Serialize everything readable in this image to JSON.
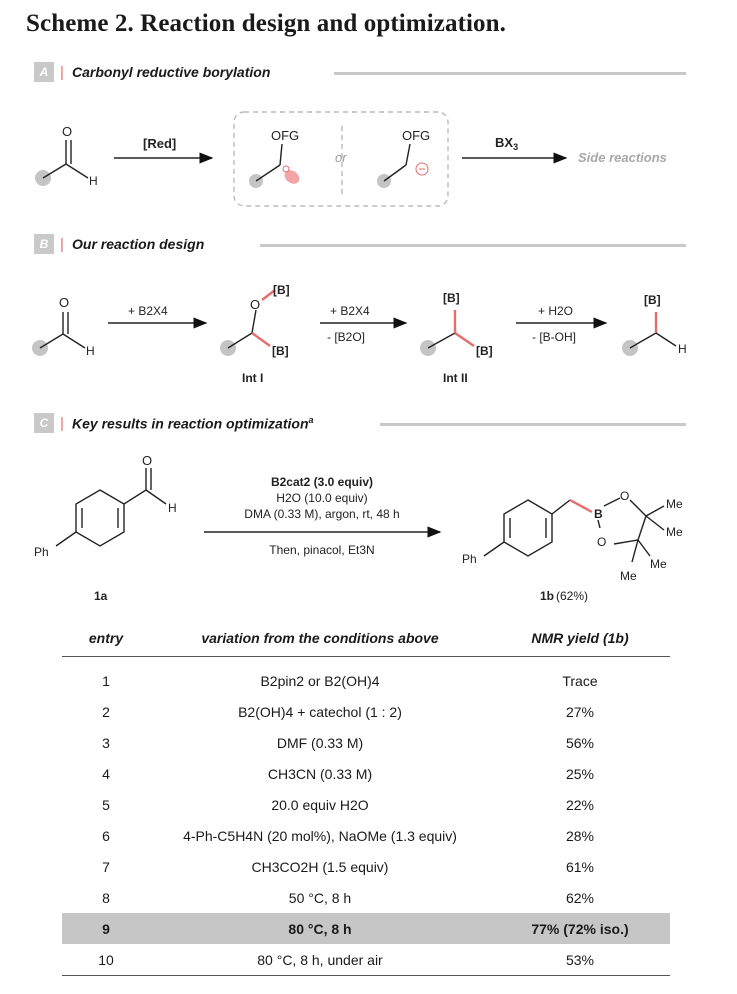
{
  "title": "Scheme 2. Reaction design and optimization.",
  "sections": [
    {
      "letter": "A",
      "label": "Carbonyl reductive borylation"
    },
    {
      "letter": "B",
      "label": "Our reaction design"
    },
    {
      "letter": "C",
      "label": "Key results in reaction optimization",
      "label_sup": "a"
    }
  ],
  "scheme_a": {
    "reagent1": "[Red]",
    "ofg1": "OFG",
    "or": "or",
    "ofg2": "OFG",
    "reagent2": "BX",
    "reagent2_sub": "3",
    "outcome": "Side reactions",
    "o": "O",
    "h": "H"
  },
  "scheme_b": {
    "step1_reagent": "+ B2X4",
    "step2_reagent": "+ B2X4",
    "step2_loss": "- [B2O]",
    "step3_reagent": "+ H2O",
    "step3_loss": "- [B-OH]",
    "int1": "Int I",
    "int2": "Int II",
    "b": "[B]",
    "o": "O",
    "h": "H"
  },
  "scheme_c": {
    "cond1": "B2cat2 (3.0 equiv)",
    "cond2": "H2O (10.0 equiv)",
    "cond3": "DMA (0.33 M), argon, rt, 48 h",
    "cond4": "Then, pinacol, Et3N",
    "sm_label": "1a",
    "prod_label": "1b",
    "prod_yield": "(62%)",
    "ph": "Ph",
    "o": "O",
    "h": "H",
    "b": "B",
    "me": "Me"
  },
  "table": {
    "headers": [
      "entry",
      "variation from the conditions above",
      "NMR yield (1b)"
    ],
    "rows": [
      {
        "entry": "1",
        "variation": "B2pin2 or B2(OH)4",
        "yield": "Trace"
      },
      {
        "entry": "2",
        "variation": "B2(OH)4 + catechol (1 : 2)",
        "yield": "27%"
      },
      {
        "entry": "3",
        "variation": "DMF (0.33 M)",
        "yield": "56%"
      },
      {
        "entry": "4",
        "variation": "CH3CN (0.33 M)",
        "yield": "25%"
      },
      {
        "entry": "5",
        "variation": "20.0 equiv H2O",
        "yield": "22%"
      },
      {
        "entry": "6",
        "variation": "4-Ph-C5H4N (20 mol%), NaOMe (1.3 equiv)",
        "yield": "28%"
      },
      {
        "entry": "7",
        "variation": "CH3CO2H (1.5 equiv)",
        "yield": "61%"
      },
      {
        "entry": "8",
        "variation": "50 °C, 8 h",
        "yield": "62%"
      },
      {
        "entry": "9",
        "variation": "80 °C, 8 h",
        "yield": "77% (72% iso.)",
        "highlight": true
      },
      {
        "entry": "10",
        "variation": "80 °C, 8 h, under air",
        "yield": "53%"
      }
    ]
  },
  "colors": {
    "accent": "#e76c6c",
    "grey_ball": "#c4c4c4",
    "highlight_row": "#c6c6c6"
  }
}
